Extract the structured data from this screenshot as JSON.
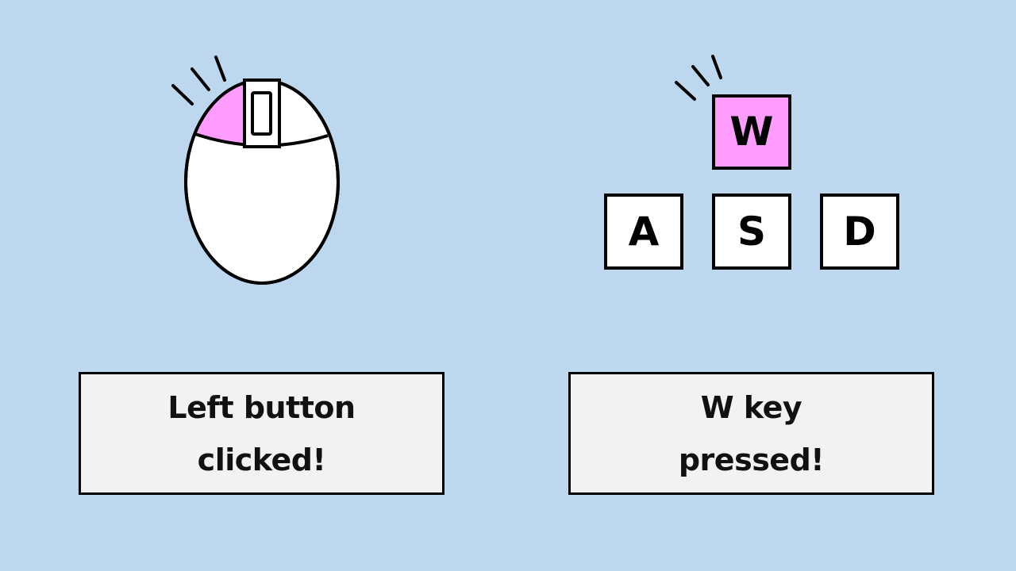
{
  "colors": {
    "background": "#bdd7ee",
    "highlight": "#ff9cff",
    "outline": "#000000",
    "key_fill": "#ffffff",
    "message_fill": "#f2f2f2"
  },
  "mouse_panel": {
    "icon": "mouse-icon",
    "pressed_button": "left",
    "message_line1": "Left button",
    "message_line2": "clicked!"
  },
  "keyboard_panel": {
    "keys": [
      {
        "label": "W",
        "pressed": true
      },
      {
        "label": "A",
        "pressed": false
      },
      {
        "label": "S",
        "pressed": false
      },
      {
        "label": "D",
        "pressed": false
      }
    ],
    "message_line1": "W key",
    "message_line2": "pressed!"
  }
}
